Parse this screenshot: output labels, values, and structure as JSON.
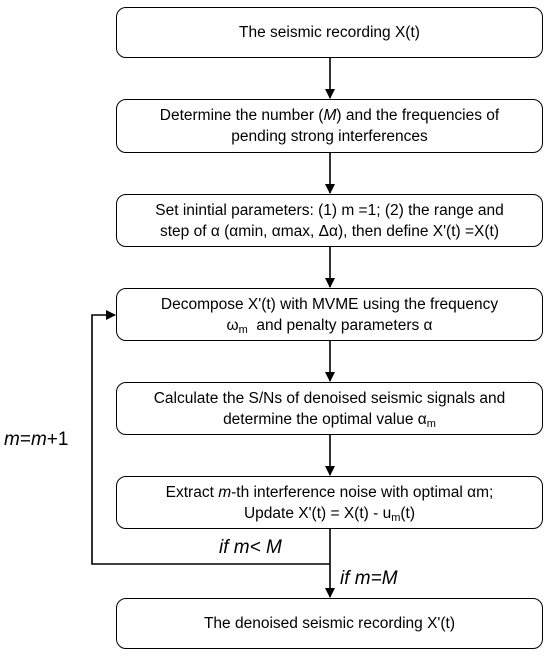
{
  "steps": [
    {
      "lines": [
        [
          "The seismic recording X(t)"
        ]
      ]
    },
    {
      "lines": [
        [
          "Determine the number (",
          {
            "i": "M"
          },
          ") and the frequencies of"
        ],
        [
          "pending strong interferences"
        ]
      ]
    },
    {
      "lines": [
        [
          "Set inintial parameters: (1) m =1; (2) the range and"
        ],
        [
          "step of α (αmin, αmax, Δα), then define X'(t) =X(t)"
        ]
      ]
    },
    {
      "lines": [
        [
          "Decompose X'(t) with MVME using the frequency"
        ],
        [
          "ω",
          {
            "sub": "m"
          },
          "  and penalty parameters α"
        ]
      ]
    },
    {
      "lines": [
        [
          "Calculate the S/Ns of denoised seismic signals and"
        ],
        [
          "determine the optimal value α",
          {
            "sub": "m"
          }
        ]
      ]
    },
    {
      "lines": [
        [
          "Extract ",
          {
            "i": "m"
          },
          "-th interference noise with optimal αm;"
        ],
        [
          "Update X'(t) = X(t) - u",
          {
            "sub": "m"
          },
          "(t)"
        ]
      ]
    },
    {
      "lines": [
        [
          "The denoised seismic recording X'(t)"
        ]
      ]
    }
  ],
  "labels": {
    "loop": [
      {
        "i": "m"
      },
      "=",
      {
        "i": "m"
      },
      "+1"
    ],
    "if_less": [
      {
        "i": "if m< M"
      }
    ],
    "if_equal": [
      {
        "i": "if m=M"
      }
    ]
  }
}
